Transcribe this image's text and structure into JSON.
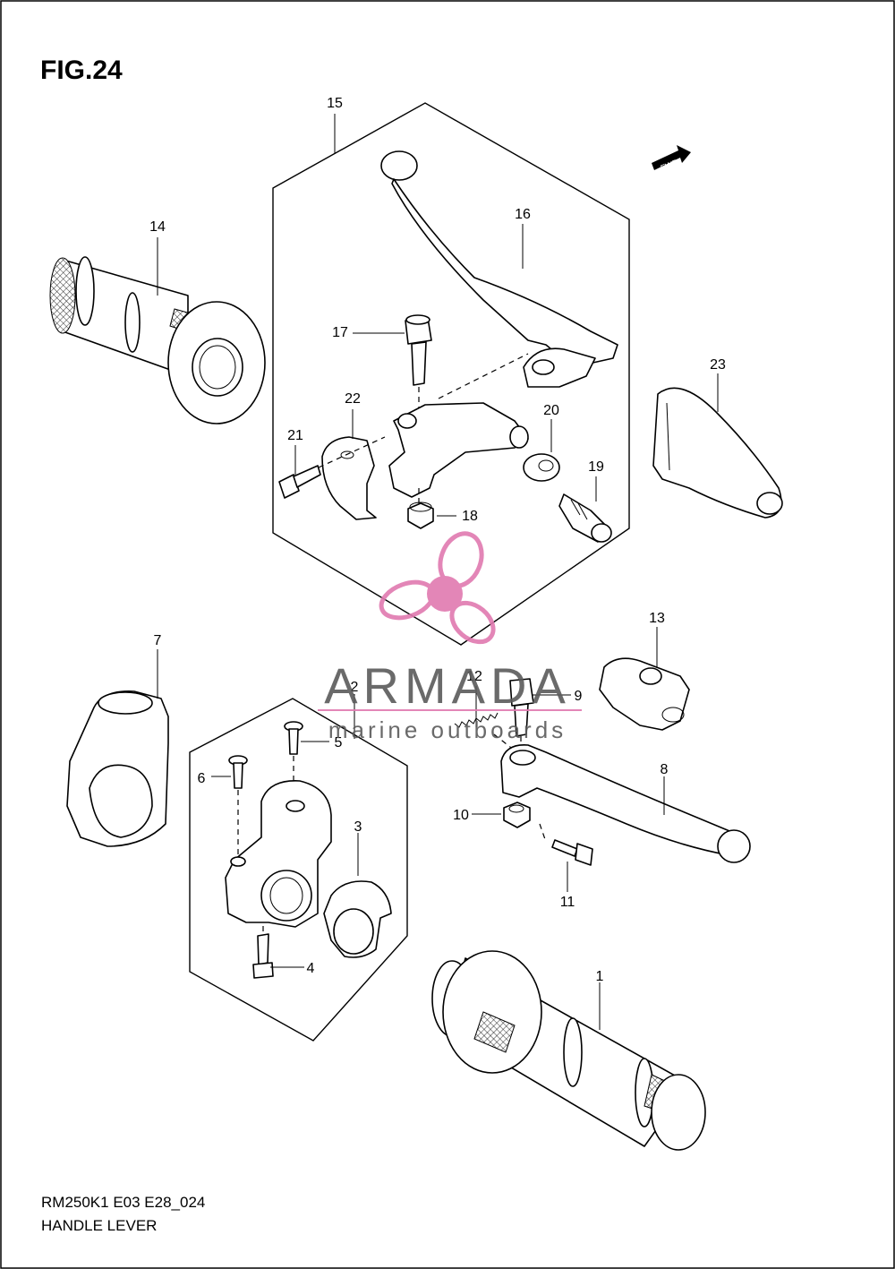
{
  "figure": {
    "title": "FIG.24",
    "code": "RM250K1 E03 E28_024",
    "name": "HANDLE LEVER"
  },
  "fwd_badge": "FWD",
  "callouts": [
    "1",
    "2",
    "3",
    "4",
    "5",
    "6",
    "7",
    "8",
    "9",
    "10",
    "11",
    "12",
    "13",
    "14",
    "15",
    "16",
    "17",
    "18",
    "19",
    "20",
    "21",
    "22",
    "23"
  ],
  "watermark": {
    "brand": "ARMADA",
    "tagline": "marine outboards",
    "color": "#e07ab0"
  }
}
